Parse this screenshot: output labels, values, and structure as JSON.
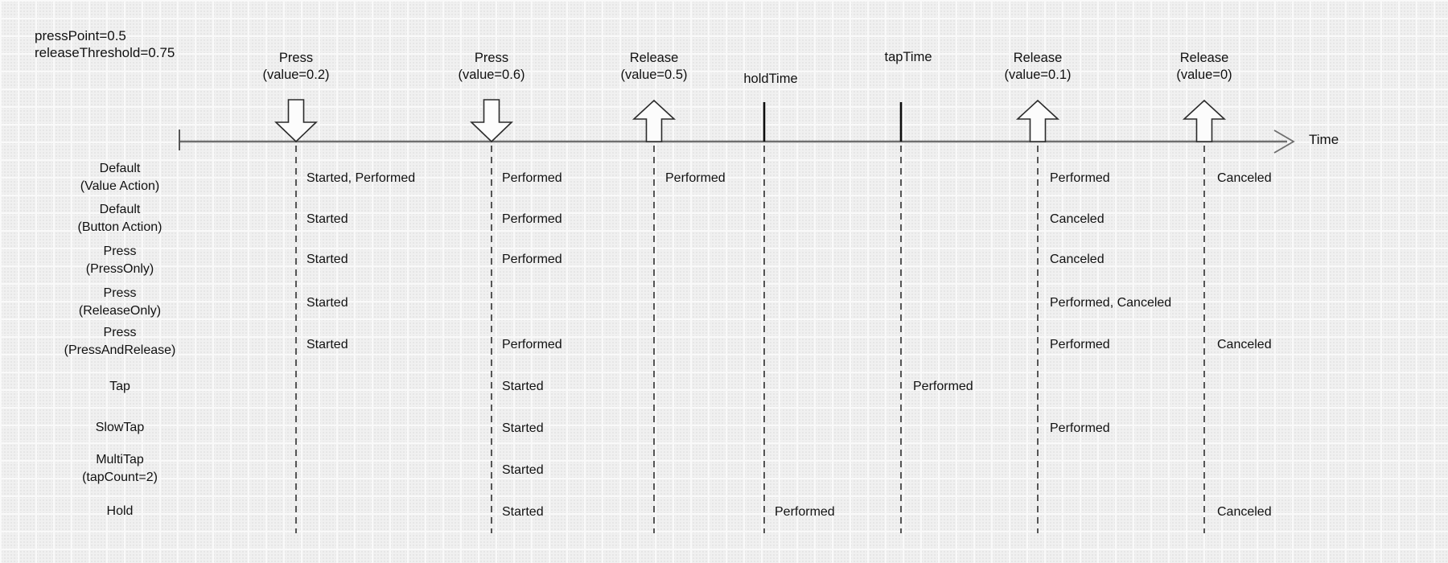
{
  "header": {
    "press_point": "pressPoint=0.5",
    "release_threshold": "releaseThreshold=0.75"
  },
  "timeline": {
    "time_label": "Time",
    "events": [
      {
        "name": "press-0.2",
        "type": "press-arrow-down",
        "label": "Press\n(value=0.2)"
      },
      {
        "name": "press-0.6",
        "type": "press-arrow-down",
        "label": "Press\n(value=0.6)"
      },
      {
        "name": "release-0.5",
        "type": "release-arrow-up",
        "label": "Release\n(value=0.5)"
      },
      {
        "name": "hold-time",
        "type": "tick",
        "label": "holdTime"
      },
      {
        "name": "tap-time",
        "type": "tick",
        "label": "tapTime"
      },
      {
        "name": "release-0.1",
        "type": "release-arrow-up",
        "label": "Release\n(value=0.1)"
      },
      {
        "name": "release-0",
        "type": "release-arrow-up",
        "label": "Release\n(value=0)"
      }
    ]
  },
  "rows": [
    {
      "label": "Default\n(Value Action)",
      "cells": [
        {
          "column": "press-0.2",
          "text": "Started, Performed"
        },
        {
          "column": "press-0.6",
          "text": "Performed"
        },
        {
          "column": "release-0.5",
          "text": "Performed"
        },
        {
          "column": "release-0.1",
          "text": "Performed"
        },
        {
          "column": "release-0",
          "text": "Canceled"
        }
      ]
    },
    {
      "label": "Default\n(Button Action)",
      "cells": [
        {
          "column": "press-0.2",
          "text": "Started"
        },
        {
          "column": "press-0.6",
          "text": "Performed"
        },
        {
          "column": "release-0.1",
          "text": "Canceled"
        }
      ]
    },
    {
      "label": "Press\n(PressOnly)",
      "cells": [
        {
          "column": "press-0.2",
          "text": "Started"
        },
        {
          "column": "press-0.6",
          "text": "Performed"
        },
        {
          "column": "release-0.1",
          "text": "Canceled"
        }
      ]
    },
    {
      "label": "Press\n(ReleaseOnly)",
      "cells": [
        {
          "column": "press-0.2",
          "text": "Started"
        },
        {
          "column": "release-0.1",
          "text": "Performed, Canceled"
        }
      ]
    },
    {
      "label": "Press\n(PressAndRelease)",
      "cells": [
        {
          "column": "press-0.2",
          "text": "Started"
        },
        {
          "column": "press-0.6",
          "text": "Performed"
        },
        {
          "column": "release-0.1",
          "text": "Performed"
        },
        {
          "column": "release-0",
          "text": "Canceled"
        }
      ]
    },
    {
      "label": "Tap",
      "cells": [
        {
          "column": "press-0.6",
          "text": "Started"
        },
        {
          "column": "tap-time",
          "text": "Performed"
        }
      ]
    },
    {
      "label": "SlowTap",
      "cells": [
        {
          "column": "press-0.6",
          "text": "Started"
        },
        {
          "column": "release-0.1",
          "text": "Performed"
        }
      ]
    },
    {
      "label": "MultiTap\n(tapCount=2)",
      "cells": [
        {
          "column": "press-0.6",
          "text": "Started"
        }
      ]
    },
    {
      "label": "Hold",
      "cells": [
        {
          "column": "press-0.6",
          "text": "Started"
        },
        {
          "column": "hold-time",
          "text": "Performed"
        },
        {
          "column": "release-0",
          "text": "Canceled"
        }
      ]
    }
  ],
  "colors": {
    "axis": "#6e6e6e",
    "dashed_line": "#3a3a3a",
    "arrow_outline": "#2b2b2b",
    "arrow_fill": "#fcfcfc",
    "text": "#111111"
  }
}
